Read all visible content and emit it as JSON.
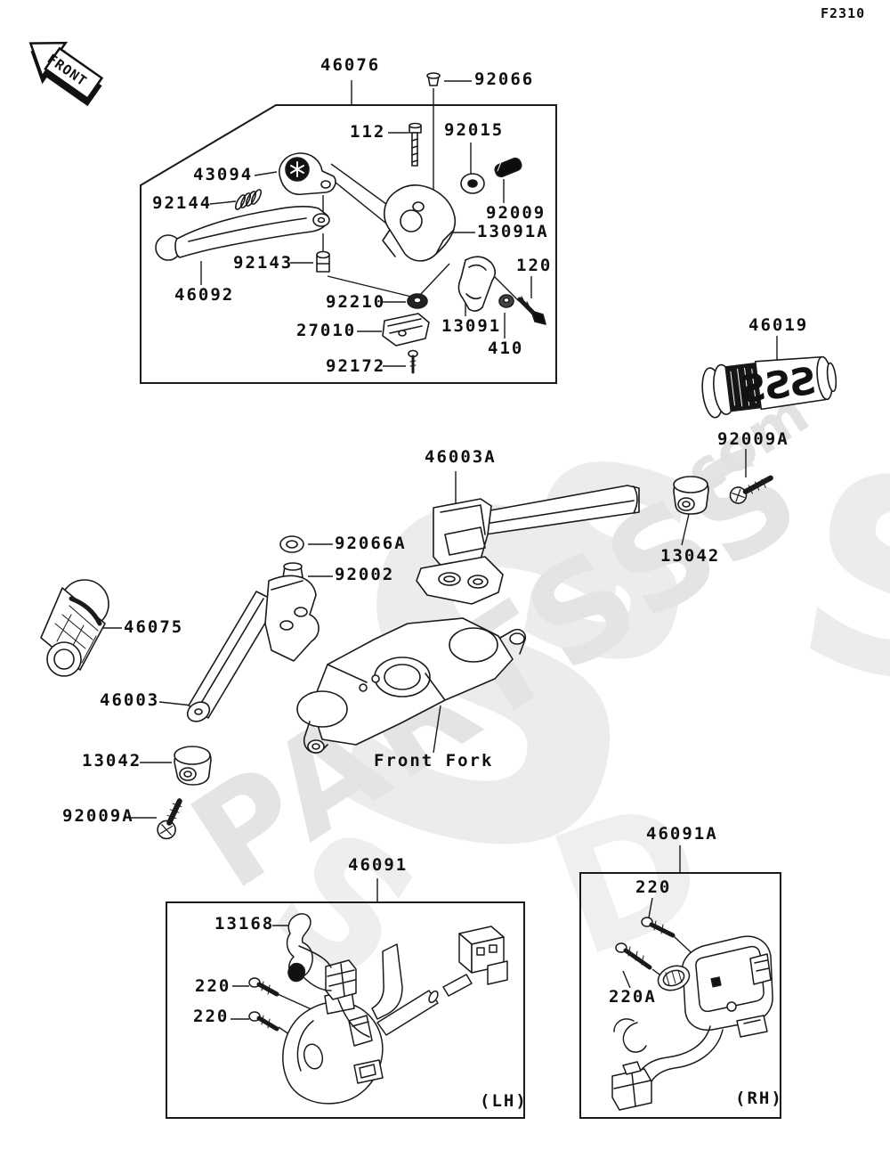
{
  "header": {
    "diagram_code": "F2310",
    "front_arrow": "FRONT"
  },
  "watermark": {
    "text": "PARTSSS",
    "suffix": ".com"
  },
  "lever_box": {
    "label": "46076",
    "parts": {
      "bolt_92066": "92066",
      "bolt_112": "112",
      "damper_92015": "92015",
      "pivot_43094": "43094",
      "spring_92144": "92144",
      "screw_92009": "92009",
      "holder_13091a": "13091A",
      "bushing_92143": "92143",
      "lever_46092": "46092",
      "bolt_120": "120",
      "nut_92210": "92210",
      "clamp_13091": "13091",
      "switch_27010": "27010",
      "washer_410": "410",
      "screw_92172": "92172"
    }
  },
  "throttle_group": {
    "grip_46019": "46019",
    "grip_pattern": "SSS",
    "screw_92009a": "92009A",
    "weight_13042": "13042"
  },
  "handlebar_group": {
    "right_handle_46003a": "46003A",
    "washer_92066a": "92066A",
    "bolt_92002": "92002",
    "left_grip_46075": "46075",
    "left_handle_46003": "46003",
    "weight_13042": "13042",
    "screw_92009a": "92009A",
    "front_fork_label": "Front Fork"
  },
  "lh_switch_box": {
    "label": "46091",
    "parts": {
      "lever_13168": "13168",
      "screw_220_upper": "220",
      "screw_220_lower": "220"
    },
    "side": "(LH)"
  },
  "rh_switch_box": {
    "label": "46091A",
    "parts": {
      "screw_220": "220",
      "screw_220a": "220A"
    },
    "side": "(RH)"
  }
}
